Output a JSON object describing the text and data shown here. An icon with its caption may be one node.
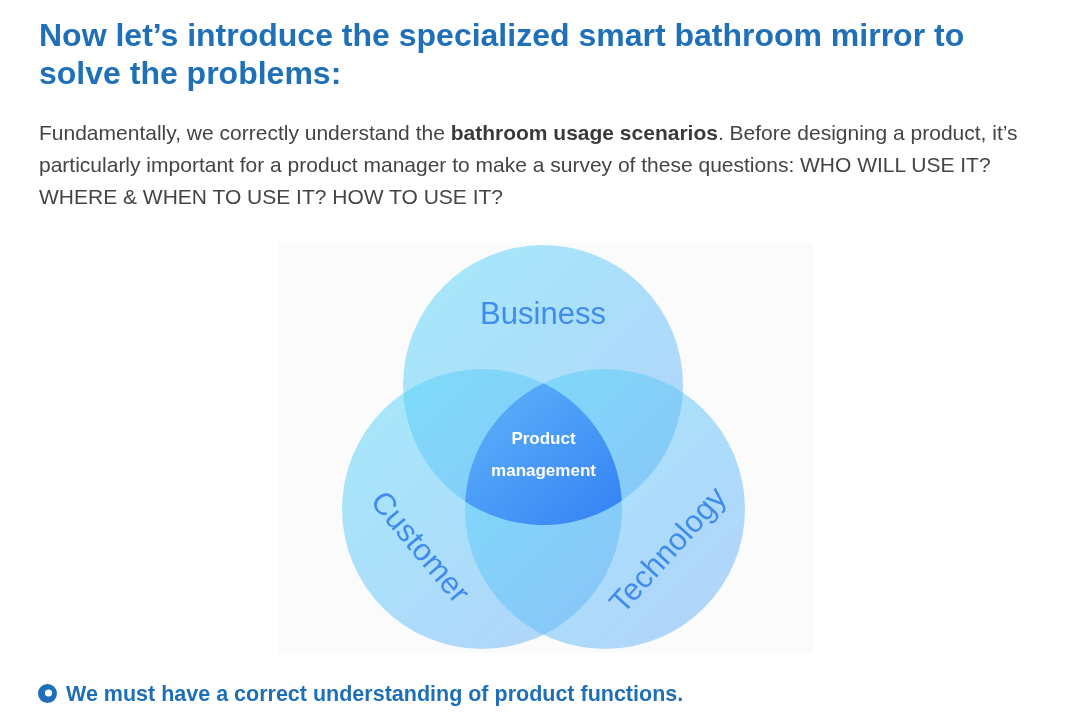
{
  "diagram": {
    "title": "Now let’s introduce the specialized smart bathroom mirror to solve the problems:",
    "nodes": [
      {
        "text": [
          "Business"
        ]
      },
      {
        "text": [
          "Customer"
        ]
      },
      {
        "text": [
          "Technology"
        ]
      },
      {
        "text": [
          "Product management"
        ]
      }
    ],
    "labels": [
      "Fundamentally, we correctly understand the **bathroom usage scenarios**. Before designing a product, it’s particularly important for a product manager to make a survey of these questions: WHO WILL USE IT? WHERE & WHEN TO USE IT? HOW TO USE IT?",
      "We must have a correct understanding of product functions."
    ]
  }
}
